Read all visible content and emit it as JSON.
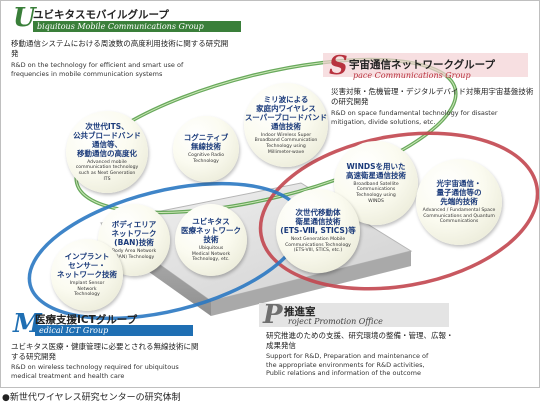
{
  "colors": {
    "ubiquitous": "#3a7f3a",
    "space": "#b8323e",
    "medical": "#1f6fb3",
    "project": "#7a7a7a",
    "ubiquitous_ring": "#58a04a",
    "space_ring": "#c2464f",
    "medical_ring": "#2a78c2"
  },
  "groups": {
    "ubiquitous": {
      "letter": "U",
      "title_jp": "ユビキタスモバイルグループ",
      "title_en": "biquitous Mobile Communications Group",
      "desc_jp": "移動通信システムにおける周波数の高度利用技術に関する研究開発",
      "desc_en": "R&D on the technology for efficient and smart use of frequencies in mobile communication systems"
    },
    "space": {
      "letter": "S",
      "title_jp": "宇宙通信ネットワークグループ",
      "title_en": "pace Communications Group",
      "desc_jp": "災害対策・危機管理・デジタルデバイド対策用宇宙基盤技術の研究開発",
      "desc_en": "R&D on space fundamental technology for disaster mitigation, divide solutions, etc."
    },
    "medical": {
      "letter": "M",
      "title_jp": "医療支援ICTグループ",
      "title_en": "edical ICT Group",
      "desc_jp": "ユビキタス医療・健康管理に必要とされる無線技術に関する研究開発",
      "desc_en": "R&D on wireless technology required for ubiquitous medical treatment and health care"
    },
    "project": {
      "letter": "P",
      "title_jp": "推進室",
      "title_en": "roject Promotion Office",
      "desc_jp": "研究推進のための支援、研究環境の整備・管理、広報・成果発信",
      "desc_en": "Support for R&D, Preparation and maintenance of the appropriate environments for R&D activities, Public relations and information of the outcome"
    }
  },
  "bubbles": [
    {
      "name": "bubble-next-gen-its",
      "jp": "次世代ITS、\n公共ブロードバンド\n通信等、\n移動通信の高度化",
      "en": "Advanced mobile\ncommunication technology\nsuch as Next Generation\nITS"
    },
    {
      "name": "bubble-cognitive-radio",
      "jp": "コグニティブ\n無線技術",
      "en": "Cognitive Radio\nTechnology"
    },
    {
      "name": "bubble-indoor-wireless",
      "jp": "ミリ波による\n家庭内ワイヤレス\nスーパーブロードバンド\n通信技術",
      "en": "Indoor Wireless Super\nBroadband Communication\nTechnology using\nMillimeter-wave"
    },
    {
      "name": "bubble-winds",
      "jp": "WINDSを用いた\n高速衛星通信技術",
      "en": "Broadband Satellite\nCommunications\nTechnology using\nWINDS"
    },
    {
      "name": "bubble-optical-quantum",
      "jp": "光宇宙通信・\n量子通信等の\n先端的技術",
      "en": "Advanced / Fundamental Space\nCommunications and Quantum\nCommunications"
    },
    {
      "name": "bubble-next-gen-mobile-satellite",
      "jp": "次世代移動体\n衛星通信技術\n(ETS-Ⅷ, STICS)等",
      "en": "Next Generation Mobile\nCommunications Technology\n(ETS-VIII, STICS, etc.)"
    },
    {
      "name": "bubble-ban",
      "jp": "ボディエリア\nネットワーク\n(BAN)技術",
      "en": "Body Area Network\n(BAN) Technology"
    },
    {
      "name": "bubble-ubiquitous-medical",
      "jp": "ユビキタス\n医療ネットワーク\n技術",
      "en": "Ubiquitous\nMedical Network\nTechnology, etc."
    },
    {
      "name": "bubble-implant-sensor",
      "jp": "インプラント\nセンサー・\nネットワーク技術",
      "en": "Implant Sensor\nNetwork\nTechnology"
    }
  ],
  "caption": "●新世代ワイヤレス研究センターの研究体制"
}
